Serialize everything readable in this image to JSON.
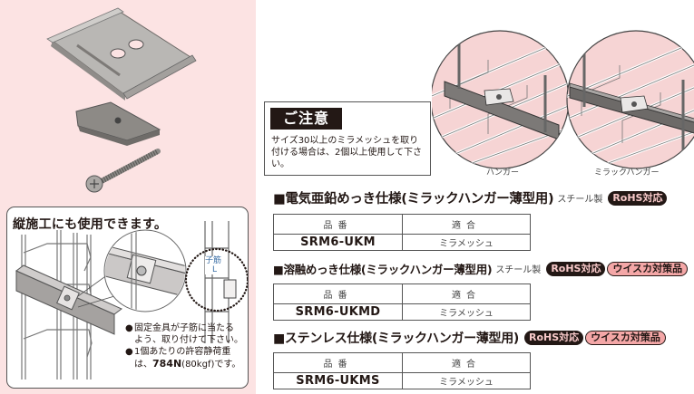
{
  "colors": {
    "panel_pink": "#fce3e3",
    "illus_pink": "#f6d4d4",
    "text_dark": "#231815",
    "rohs_bg": "#231815",
    "rohs_text": "#f8c9c9",
    "whisker_bg": "#f4a7a7",
    "child_label_blue": "#3a6ea5"
  },
  "inset": {
    "title": "縦施工にも使用できます。",
    "child_label": "子筋",
    "child_sublabel": "L",
    "notes": [
      {
        "bullet": "●",
        "line1": "固定金具が子筋に当たる",
        "line2": "よう、取り付けて下さい。"
      },
      {
        "bullet": "●",
        "line1": "1個あたりの許容静荷重",
        "line2_prefix": "は、",
        "line2_bold": "784N",
        "line2_suffix": "(80kgf)です。"
      }
    ]
  },
  "notice": {
    "label": "ご注意",
    "body": "サイズ30以上のミラメッシュを取り付ける場合は、2個以上使用して下さい。"
  },
  "illustrations": {
    "left_label": "ハンガー",
    "right_label": "ミラックハンガー"
  },
  "sections": [
    {
      "title": "■電気亜鉛めっき仕様(ミラックハンガー薄型用)",
      "material": "スチール製",
      "badges": [
        "RoHS対応"
      ],
      "table": {
        "headers": [
          "品番",
          "適合"
        ],
        "rows": [
          [
            "SRM6-UKM",
            "ミラメッシュ"
          ]
        ]
      }
    },
    {
      "title": "■溶融めっき仕様(ミラックハンガー薄型用)",
      "material": "スチール製",
      "badges": [
        "RoHS対応",
        "ウイスカ対策品"
      ],
      "table": {
        "headers": [
          "品番",
          "適合"
        ],
        "rows": [
          [
            "SRM6-UKMD",
            "ミラメッシュ"
          ]
        ]
      }
    },
    {
      "title": "■ステンレス仕様(ミラックハンガー薄型用)",
      "material": "",
      "badges": [
        "RoHS対応",
        "ウイスカ対策品"
      ],
      "table": {
        "headers": [
          "品番",
          "適合"
        ],
        "rows": [
          [
            "SRM6-UKMS",
            "ミラメッシュ"
          ]
        ]
      }
    }
  ]
}
